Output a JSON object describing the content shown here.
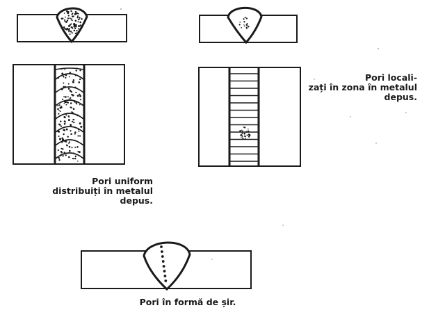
{
  "captions": {
    "uniform": "Pori uniform\ndistribuiți în metalul\ndepus.",
    "localized": "Pori locali-\nzați în zona în metalul\ndepus.",
    "string": "Pori în formă de șir."
  },
  "colors": {
    "ink": "#1a1a1a",
    "paper": "#ffffff"
  }
}
